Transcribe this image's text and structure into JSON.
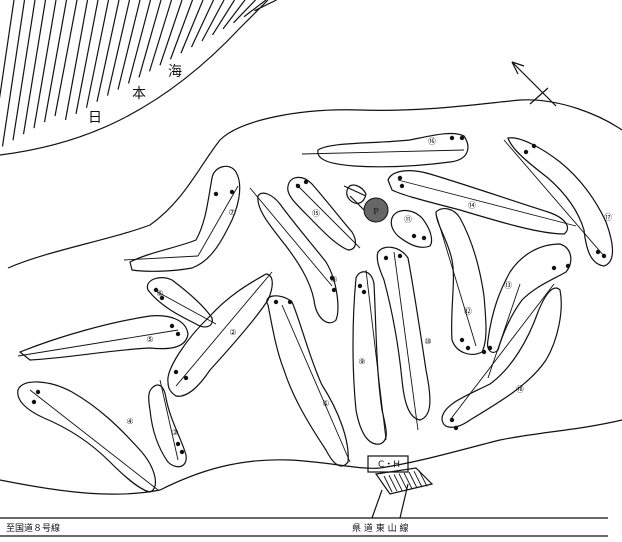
{
  "sea": {
    "chars": [
      "日",
      "本",
      "海"
    ]
  },
  "roads": {
    "left": "至国道８号線",
    "center": "県 道 東 山 線"
  },
  "clubhouse": {
    "label": "C・H"
  },
  "holes": [
    "①",
    "②",
    "③",
    "④",
    "⑤",
    "⑥",
    "⑦",
    "⑧",
    "⑨",
    "⑩",
    "⑪",
    "⑫",
    "⑬",
    "⑭",
    "⑮",
    "⑯",
    "⑰",
    "⑱"
  ],
  "practice_area": {
    "label": "P"
  }
}
